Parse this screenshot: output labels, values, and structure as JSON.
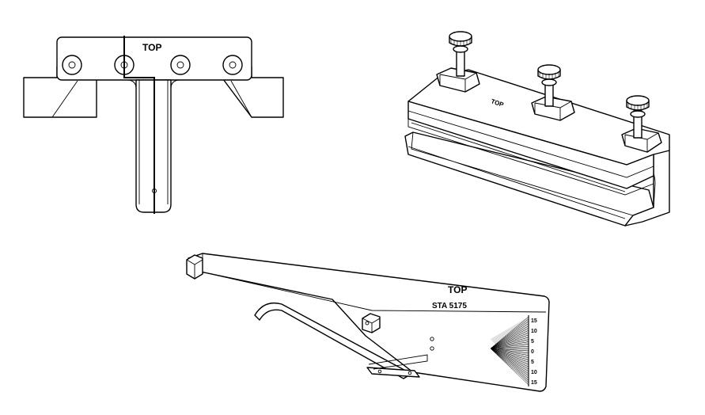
{
  "diagram": {
    "top_view_label": "TOP",
    "clamp_label": "TOP",
    "gauge_top_label": "TOP",
    "gauge_model": "STA 5175",
    "scale_ticks": [
      "15",
      "10",
      "5",
      "0",
      "5",
      "10",
      "15"
    ]
  }
}
